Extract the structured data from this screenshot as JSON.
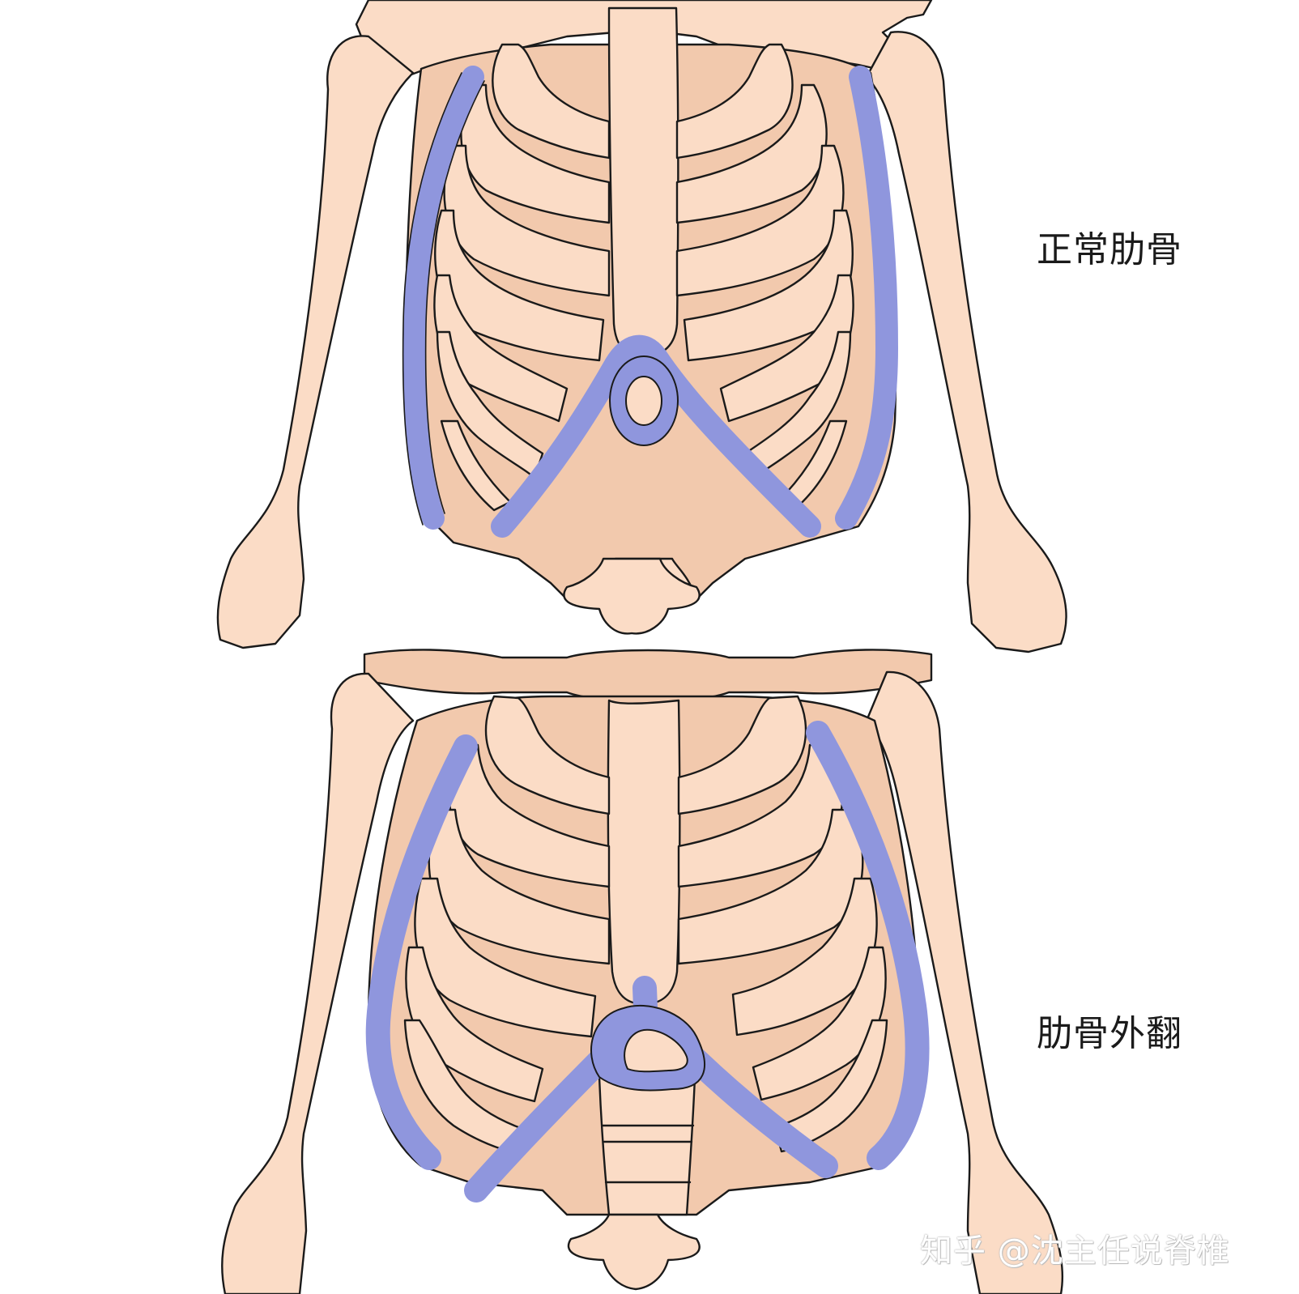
{
  "labels": {
    "top": "正常肋骨",
    "bottom": "肋骨外翻"
  },
  "watermark": "知乎 @沈主任说脊椎",
  "colors": {
    "bone": "#fbdcc6",
    "rib_shadow": "#f2c9ad",
    "costal_margin": "#8f96dd",
    "outline": "#1a1a1a",
    "background": "#ffffff"
  }
}
